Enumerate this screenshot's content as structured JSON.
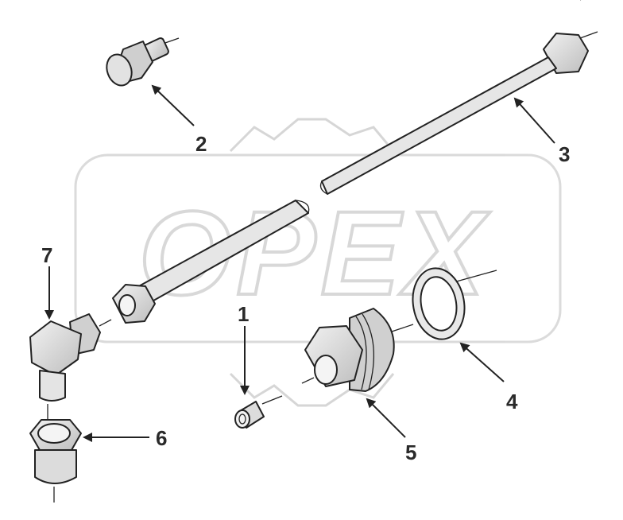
{
  "diagram": {
    "watermark": {
      "text": "OPEX",
      "color": "#c9c9c9"
    },
    "ink_color": "#222222",
    "part_fill": "#d8d8d8",
    "callouts": [
      {
        "id": "part-1",
        "label": "1"
      },
      {
        "id": "part-2",
        "label": "2"
      },
      {
        "id": "part-3",
        "label": "3"
      },
      {
        "id": "part-4",
        "label": "4"
      },
      {
        "id": "part-5",
        "label": "5"
      },
      {
        "id": "part-6",
        "label": "6"
      },
      {
        "id": "part-7",
        "label": "7"
      }
    ]
  }
}
